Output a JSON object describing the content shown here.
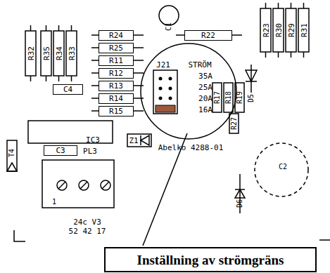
{
  "diagram": {
    "caption": "Inställning av strömgräns",
    "nodes": [
      {
        "text": [
          "R24"
        ]
      },
      {
        "text": [
          "R25"
        ]
      },
      {
        "text": [
          "R11"
        ]
      },
      {
        "text": [
          "R12"
        ]
      },
      {
        "text": [
          "R13"
        ]
      },
      {
        "text": [
          "R14"
        ]
      },
      {
        "text": [
          "R15"
        ]
      },
      {
        "text": [
          "R22"
        ]
      },
      {
        "text": [
          "C4"
        ]
      },
      {
        "text": [
          "C3"
        ]
      },
      {
        "text": [
          "Inställning av strömgräns"
        ]
      }
    ],
    "labels": [
      "R32",
      "R35",
      "R34",
      "R33",
      "C1",
      "R23",
      "R30",
      "R29",
      "R31",
      "J21",
      "STRÖM",
      "35A",
      "25A",
      "20A",
      "16A",
      "R17",
      "R18",
      "R19",
      "R27",
      "D5",
      "Z1",
      "Abelko 4288-01",
      "IC3",
      "PL3",
      "T4",
      "1",
      "24c V3",
      "52 42 17",
      "C2",
      "D6"
    ]
  }
}
